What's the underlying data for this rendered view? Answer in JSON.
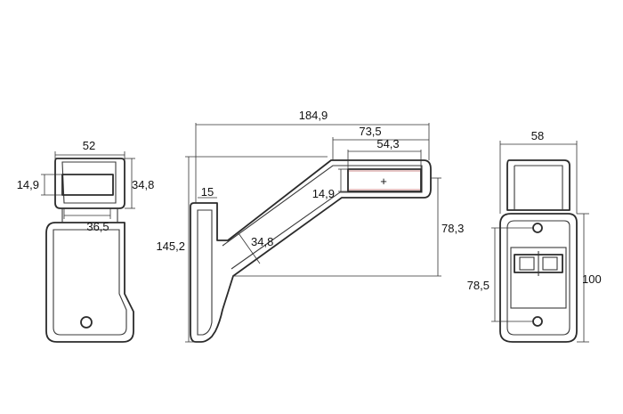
{
  "colors": {
    "outline": "#2b2b2b",
    "accent": "#d9a3a3",
    "dimension": "#333333"
  },
  "views": {
    "front": {
      "width_top": "52",
      "lens_height": "14,9",
      "head_height": "34,8",
      "inner_width": "36,5"
    },
    "side": {
      "total_length": "184,9",
      "lamp_length": "73,5",
      "lens_length": "54,3",
      "lens_height": "14,9",
      "base_thickness": "15",
      "arm_width": "34,8",
      "total_height": "145,2",
      "drop_height": "78,3"
    },
    "rear": {
      "width": "58",
      "bracket_height": "100",
      "hole_spacing": "78,5"
    }
  }
}
